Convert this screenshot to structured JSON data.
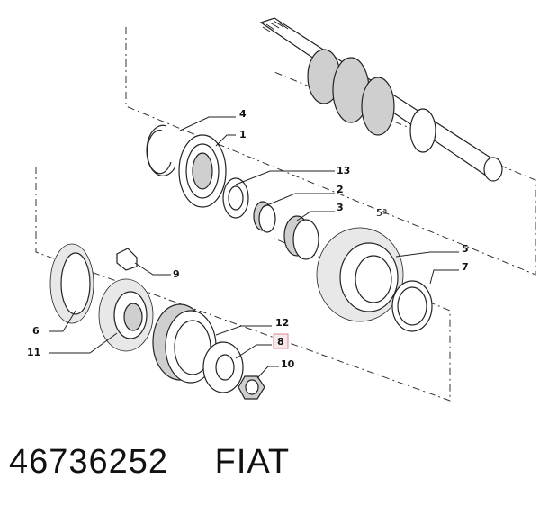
{
  "diagram": {
    "callouts": [
      {
        "id": "4",
        "label": "4"
      },
      {
        "id": "1",
        "label": "1"
      },
      {
        "id": "13",
        "label": "13"
      },
      {
        "id": "2",
        "label": "2"
      },
      {
        "id": "3",
        "label": "3"
      },
      {
        "id": "5a",
        "label": "5ª"
      },
      {
        "id": "5",
        "label": "5"
      },
      {
        "id": "7",
        "label": "7"
      },
      {
        "id": "9",
        "label": "9"
      },
      {
        "id": "6",
        "label": "6"
      },
      {
        "id": "11",
        "label": "11"
      },
      {
        "id": "12",
        "label": "12"
      },
      {
        "id": "8",
        "label": "8",
        "highlighted": true
      },
      {
        "id": "10",
        "label": "10"
      }
    ],
    "highlight_color": "#d9888f"
  },
  "footer": {
    "part_number": "46736252",
    "brand": "FIAT"
  }
}
